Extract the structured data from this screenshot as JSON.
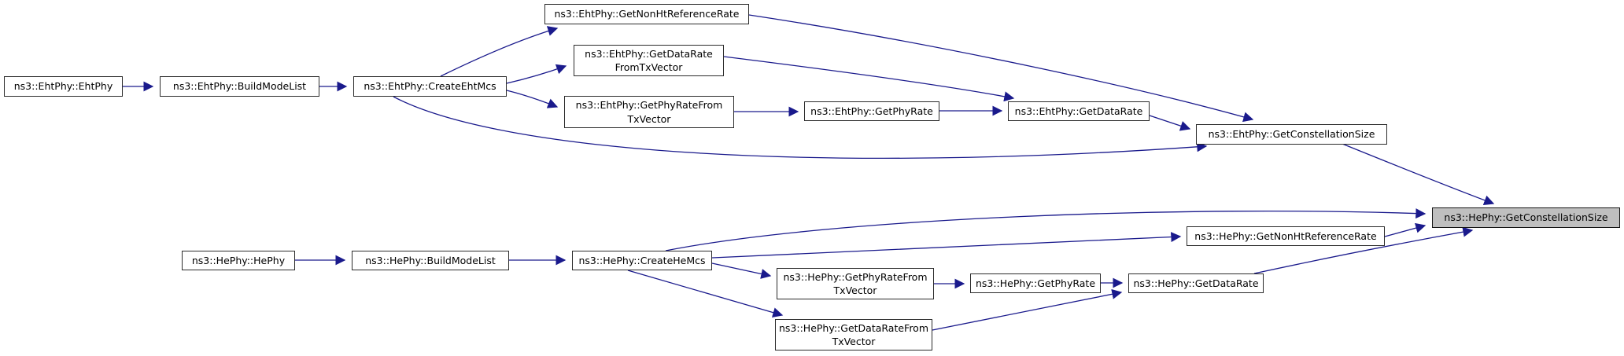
{
  "diagram": {
    "type": "call-graph",
    "description": "Doxygen-style function call graph for ns3::HePhy::GetConstellationSize",
    "colors": {
      "edge": "#1a1a8c",
      "node_border": "#2b2b2b",
      "node_fill": "#ffffff",
      "highlight_fill": "#bfbfbf",
      "text": "#000000",
      "background": "#ffffff"
    },
    "nodes": [
      {
        "id": "eht-ehtphy",
        "label": "ns3::EhtPhy::EhtPhy",
        "highlighted": false
      },
      {
        "id": "eht-buildmodelist",
        "label": "ns3::EhtPhy::BuildModeList",
        "highlighted": false
      },
      {
        "id": "eht-createehtmcs",
        "label": "ns3::EhtPhy::CreateEhtMcs",
        "highlighted": false
      },
      {
        "id": "eht-getnonhtreferencerate",
        "label": "ns3::EhtPhy::GetNonHtReferenceRate",
        "highlighted": false
      },
      {
        "id": "eht-getdataratefromtxvector",
        "label": "ns3::EhtPhy::GetDataRate\nFromTxVector",
        "highlighted": false
      },
      {
        "id": "eht-getphyratefromtxvector",
        "label": "ns3::EhtPhy::GetPhyRateFrom\nTxVector",
        "highlighted": false
      },
      {
        "id": "eht-getphyrate",
        "label": "ns3::EhtPhy::GetPhyRate",
        "highlighted": false
      },
      {
        "id": "eht-getdatarate",
        "label": "ns3::EhtPhy::GetDataRate",
        "highlighted": false
      },
      {
        "id": "eht-getconstellationsize",
        "label": "ns3::EhtPhy::GetConstellationSize",
        "highlighted": false
      },
      {
        "id": "he-getconstellationsize",
        "label": "ns3::HePhy::GetConstellationSize",
        "highlighted": true
      },
      {
        "id": "he-hephy",
        "label": "ns3::HePhy::HePhy",
        "highlighted": false
      },
      {
        "id": "he-buildmodelist",
        "label": "ns3::HePhy::BuildModeList",
        "highlighted": false
      },
      {
        "id": "he-createhemcs",
        "label": "ns3::HePhy::CreateHeMcs",
        "highlighted": false
      },
      {
        "id": "he-getphyratefromtxvector",
        "label": "ns3::HePhy::GetPhyRateFrom\nTxVector",
        "highlighted": false
      },
      {
        "id": "he-getdataratefromtxvector",
        "label": "ns3::HePhy::GetDataRateFrom\nTxVector",
        "highlighted": false
      },
      {
        "id": "he-getphyrate",
        "label": "ns3::HePhy::GetPhyRate",
        "highlighted": false
      },
      {
        "id": "he-getdatarate",
        "label": "ns3::HePhy::GetDataRate",
        "highlighted": false
      },
      {
        "id": "he-getnonhtreferencerate",
        "label": "ns3::HePhy::GetNonHtReferenceRate",
        "highlighted": false
      }
    ],
    "edges": [
      {
        "from": "eht-ehtphy",
        "to": "eht-buildmodelist"
      },
      {
        "from": "eht-buildmodelist",
        "to": "eht-createehtmcs"
      },
      {
        "from": "eht-createehtmcs",
        "to": "eht-getnonhtreferencerate"
      },
      {
        "from": "eht-createehtmcs",
        "to": "eht-getdataratefromtxvector"
      },
      {
        "from": "eht-createehtmcs",
        "to": "eht-getphyratefromtxvector"
      },
      {
        "from": "eht-createehtmcs",
        "to": "eht-getconstellationsize"
      },
      {
        "from": "eht-getnonhtreferencerate",
        "to": "eht-getconstellationsize"
      },
      {
        "from": "eht-getdataratefromtxvector",
        "to": "eht-getdatarate"
      },
      {
        "from": "eht-getphyratefromtxvector",
        "to": "eht-getphyrate"
      },
      {
        "from": "eht-getphyrate",
        "to": "eht-getdatarate"
      },
      {
        "from": "eht-getdatarate",
        "to": "eht-getconstellationsize"
      },
      {
        "from": "eht-getconstellationsize",
        "to": "he-getconstellationsize"
      },
      {
        "from": "he-hephy",
        "to": "he-buildmodelist"
      },
      {
        "from": "he-buildmodelist",
        "to": "he-createhemcs"
      },
      {
        "from": "he-createhemcs",
        "to": "he-getconstellationsize"
      },
      {
        "from": "he-createhemcs",
        "to": "he-getnonhtreferencerate"
      },
      {
        "from": "he-createhemcs",
        "to": "he-getphyratefromtxvector"
      },
      {
        "from": "he-createhemcs",
        "to": "he-getdataratefromtxvector"
      },
      {
        "from": "he-getphyratefromtxvector",
        "to": "he-getphyrate"
      },
      {
        "from": "he-getphyrate",
        "to": "he-getdatarate"
      },
      {
        "from": "he-getdataratefromtxvector",
        "to": "he-getdatarate"
      },
      {
        "from": "he-getdatarate",
        "to": "he-getconstellationsize"
      },
      {
        "from": "he-getnonhtreferencerate",
        "to": "he-getconstellationsize"
      }
    ]
  }
}
